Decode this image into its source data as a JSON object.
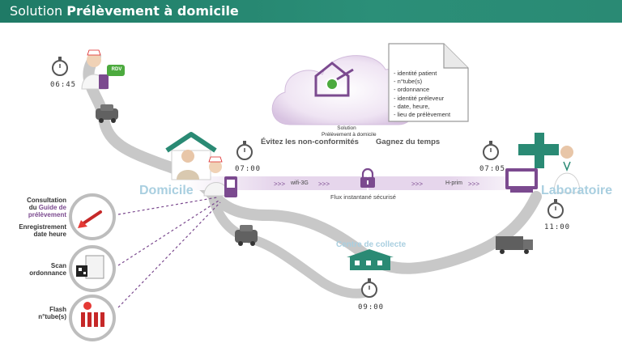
{
  "header": {
    "title_prefix": "Solution",
    "title_bold": "Prélèvement à domicile"
  },
  "cloud": {
    "label_line1": "Solution",
    "label_line2": "Prélèvement à domicile"
  },
  "document": {
    "items": [
      "- identité patient",
      "- n°tube(s)",
      "- ordonnance",
      "- identité préleveur",
      "- date, heure,",
      "- lieu de prélèvement"
    ]
  },
  "messages": {
    "left": "Évitez les non-conformités",
    "right": "Gagnez du temps"
  },
  "nodes": {
    "domicile": "Domicile",
    "laboratoire": "Laboratoire",
    "centre": "Centre de collecte"
  },
  "band": {
    "left_tag": "wifi-3G",
    "right_tag": "H-prim",
    "caption": "Flux instantané sécurisé"
  },
  "badge": {
    "rdv": "RDV"
  },
  "times": {
    "t1": "06:45",
    "t2": "07:00",
    "t3": "07:05",
    "t4": "11:00",
    "t5": "09:00"
  },
  "steps": {
    "consult_l1": "Consultation",
    "consult_du": "du",
    "consult_guide": "Guide de",
    "consult_prelev": "prélèvement",
    "enreg_l1": "Enregistrement",
    "enreg_l2": "date heure",
    "scan_l1": "Scan",
    "scan_l2": "ordonnance",
    "flash_l1": "Flash",
    "flash_l2": "n°tube(s)"
  },
  "colors": {
    "header": "#2b8f78",
    "teal": "#2a8a74",
    "purple": "#7b4a8f",
    "cloud": "#e3d3ea",
    "road": "#c4c4c4",
    "node_label": "#a9cfe0"
  }
}
